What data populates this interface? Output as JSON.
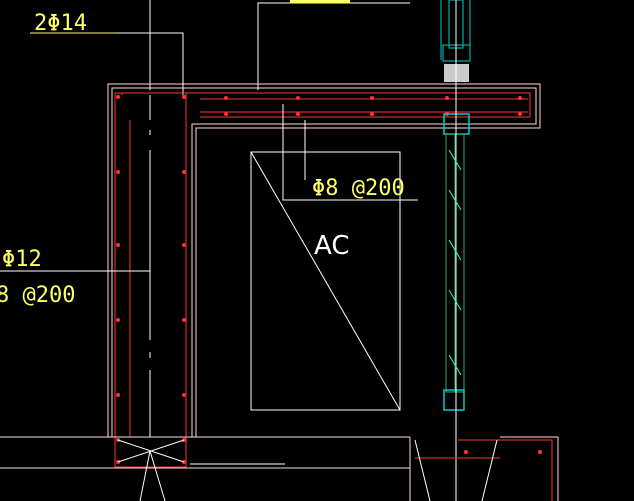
{
  "drawing": {
    "labels": {
      "rebar_top": "2Φ14",
      "stirrup_beam": "Φ8 @200",
      "rebar_side": "Φ12",
      "stirrup_side": "8 @200",
      "unit_tag": "AC"
    },
    "colors": {
      "background": "#000000",
      "outline": "#ffdddd",
      "rebar": "#ff3333",
      "leader": "#ffffff",
      "text": "#ffff66",
      "glass": "#33aa66",
      "glass_frame": "#00cccc"
    }
  }
}
